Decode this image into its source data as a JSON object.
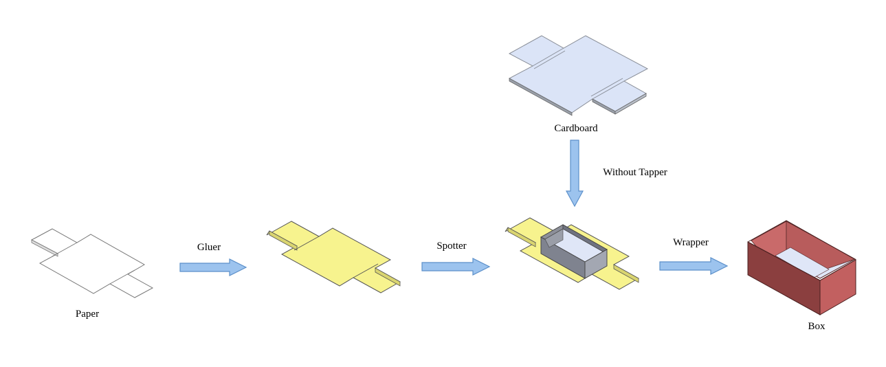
{
  "labels": {
    "paper": "Paper",
    "cardboard": "Cardboard",
    "box": "Box"
  },
  "steps": {
    "gluer": "Gluer",
    "spotter": "Spotter",
    "wrapper": "Wrapper",
    "without_tapper": "Without Tapper"
  },
  "colors": {
    "paper_fill": "#ffffff",
    "glued_fill": "#f7f38e",
    "cardboard_fill": "#dbe4f7",
    "cardboard_edge": "#8a8f99",
    "inner_box_fill": "#8c8f99",
    "box_outer": "#b35a5a",
    "box_front": "#8b3f3f",
    "box_inner_floor": "#dfe6f7",
    "arrow_fill": "#9cc3ee",
    "arrow_stroke": "#5b8fc9"
  }
}
